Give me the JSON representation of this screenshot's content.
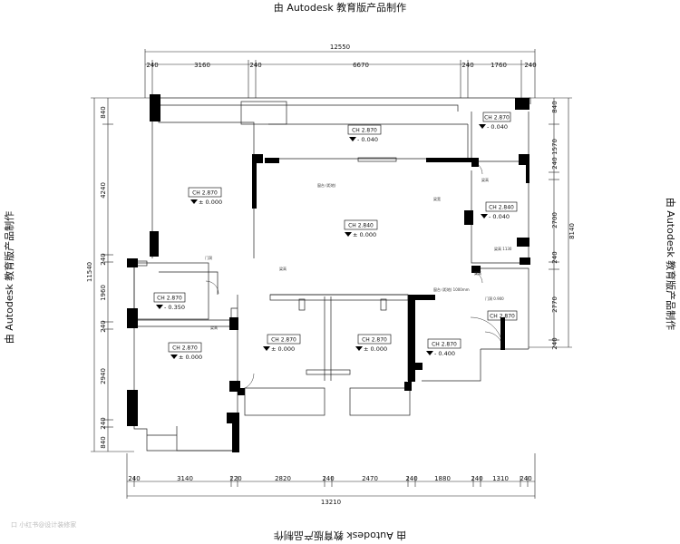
{
  "watermark": "由 Autodesk 教育版产品制作",
  "source_tag": "口 小红书@设计装修家",
  "dimensions": {
    "top_total": "12550",
    "top": [
      "240",
      "3160",
      "240",
      "6670",
      "240",
      "1760",
      "240"
    ],
    "bottom_total": "13210",
    "bottom": [
      "240",
      "3140",
      "220",
      "2820",
      "240",
      "2470",
      "240",
      "1880",
      "240",
      "1310",
      "240"
    ],
    "left_total": "11540",
    "left": [
      "840",
      "4240",
      "240",
      "1960",
      "240",
      "2940",
      "240",
      "840"
    ],
    "right_total": "8140",
    "right": [
      "840",
      "1570",
      "240",
      "2700",
      "240",
      "2770",
      "240"
    ]
  },
  "rooms": [
    {
      "ch": "CH 2.870",
      "level": "± 0.000"
    },
    {
      "ch": "CH 2.870",
      "level": "- 0.040"
    },
    {
      "ch": "CH 2.870",
      "level": "- 0.040"
    },
    {
      "ch": "CH 2.840",
      "level": "- 0.040"
    },
    {
      "ch": "CH 2.840",
      "level": "± 0.000"
    },
    {
      "ch": "CH 2.870",
      "level": "- 0.350"
    },
    {
      "ch": "CH 2.870",
      "level": "± 0.000"
    },
    {
      "ch": "CH 2.870",
      "level": "± 0.000"
    },
    {
      "ch": "CH 2.870",
      "level": "± 0.000"
    },
    {
      "ch": "CH 2.870",
      "level": "- 0.400"
    },
    {
      "ch": "CH 2.870",
      "level": ""
    }
  ],
  "notes": [
    "窗台 (距地) 1000mm",
    "窗台 (距地)",
    "门洞",
    "梁高",
    "梁高",
    "梁高 1130",
    "梁宽",
    "门洞 0.900",
    "梁高",
    "梁高"
  ]
}
